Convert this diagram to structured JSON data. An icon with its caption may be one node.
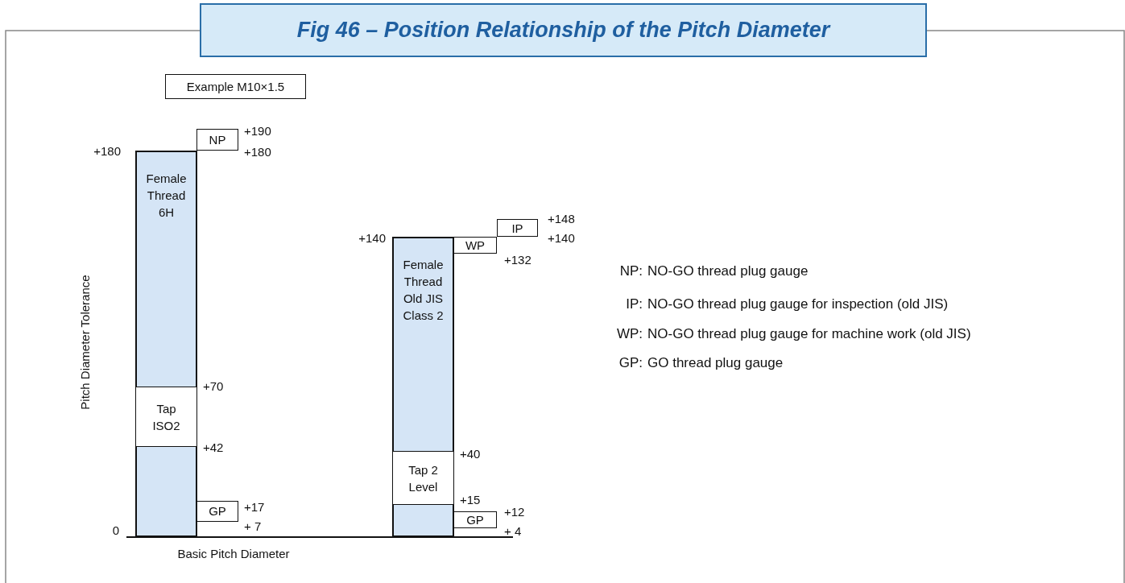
{
  "diagram": {
    "title": "Fig 46 – Position Relationship of the Pitch Diameter",
    "nodes": [
      {
        "text": [
          "Example M10×1.5"
        ]
      },
      {
        "text": [
          "NP"
        ]
      },
      {
        "text": [
          "Female Thread 6H"
        ]
      },
      {
        "text": [
          "Tap ISO2"
        ],
        "in": 2
      },
      {
        "text": [
          "GP"
        ]
      },
      {
        "text": [
          "IP"
        ]
      },
      {
        "text": [
          "WP"
        ]
      },
      {
        "text": [
          "Female Thread Old JIS Class 2"
        ]
      },
      {
        "text": [
          "Tap 2 Level"
        ],
        "in": 7
      },
      {
        "text": [
          "GP"
        ]
      }
    ],
    "edges": [],
    "labels": [
      "+190",
      "+180",
      "+180",
      "+148",
      "+140",
      "+140",
      "+132",
      "NP:",
      "NO-GO thread plug gauge",
      "IP:",
      "NO-GO thread plug gauge for inspection (old JIS)",
      "WP:",
      "NO-GO thread plug gauge for machine work (old JIS)",
      "GP:",
      "GO thread plug gauge",
      "Pitch Diameter Tolerance",
      "+70",
      "+42",
      "+40",
      "+15",
      "+17",
      "+12",
      "+ 7",
      "0",
      "+ 4",
      "Basic Pitch Diameter"
    ]
  }
}
